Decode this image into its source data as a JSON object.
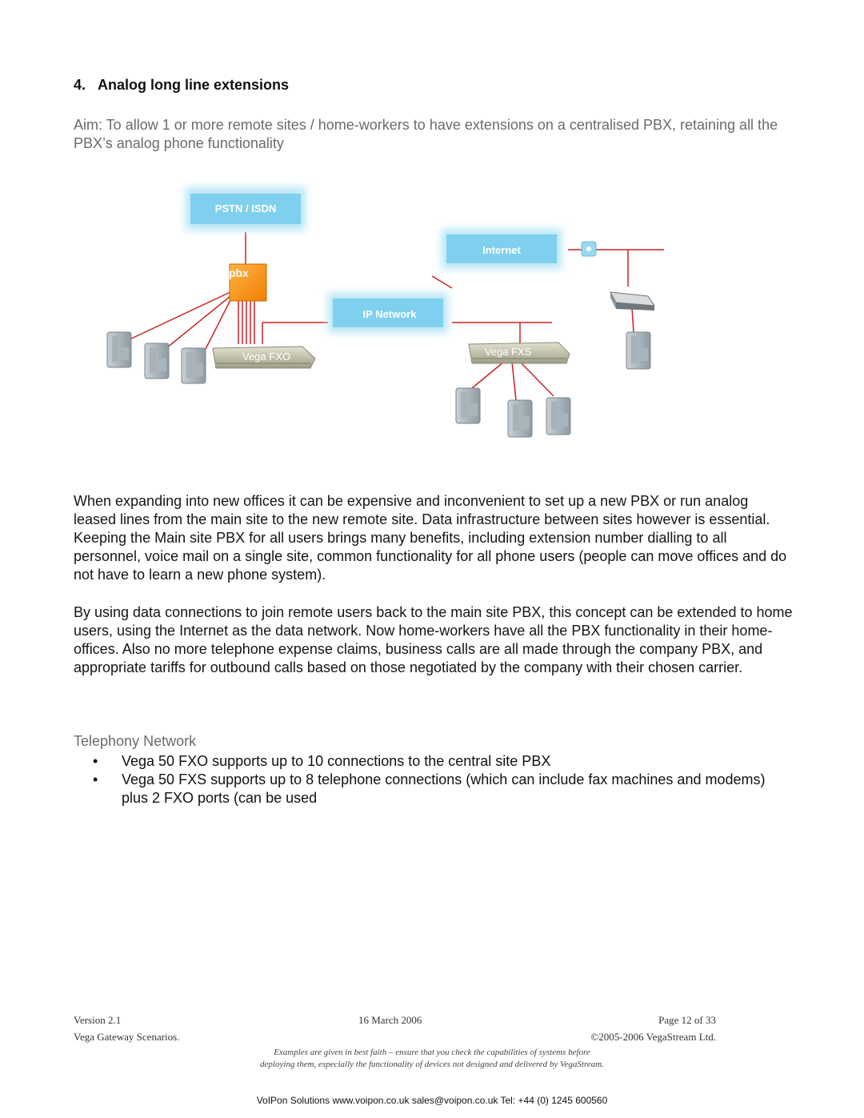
{
  "section": {
    "number": "4.",
    "title": "Analog long line extensions"
  },
  "aim": "Aim:  To allow 1 or more remote sites / home-workers to have extensions on a centralised PBX, retaining all the PBX’s analog phone functionality",
  "diagram": {
    "pstn_label": "PSTN / ISDN",
    "pbx_label": "pbx",
    "internet_label": "Internet",
    "ipnetwork_label": "IP Network",
    "vega_fxo_label": "Vega FXO",
    "vega_fxs_label": "Vega FXS",
    "colors": {
      "link": "#cc2222",
      "cloud": "#7fd0ee",
      "pbx": "#ff9a1a"
    }
  },
  "paragraphs": [
    "When expanding into new offices it can be expensive and inconvenient to set up a new PBX or run analog leased lines from the main site to the new remote site.  Data infrastructure between sites however is essential.  Keeping the Main site PBX for all users brings many benefits, including extension number dialling to all personnel, voice mail on a single site, common functionality for all phone users (people can move offices and do not have to learn a new phone system).",
    "By using data connections to join remote users back to the main site PBX, this concept can be extended to home users, using the Internet as the data network.   Now home-workers have all the PBX functionality in their home-offices.  Also no more telephone expense claims, business calls are all made through the company PBX, and appropriate tariffs for outbound calls based on those negotiated by the company with their chosen carrier."
  ],
  "telephony": {
    "title": "Telephony Network",
    "bullets": [
      "Vega 50 FXO supports up to 10 connections to the central site PBX",
      "Vega 50 FXS supports up to 8 telephone connections (which can include fax machines and modems) plus 2 FXO ports (can be used"
    ]
  },
  "footer": {
    "version": "Version 2.1",
    "date": "16 March 2006",
    "page": "Page 12 of 33",
    "doc": "Vega Gateway Scenarios.",
    "copyright": "©2005-2006 VegaStream Ltd.",
    "disclaimer1": "Examples are given in best faith – ensure that you check the capabilities of systems before",
    "disclaimer2": "deploying them, especially the functionality of devices not designed and delivered by VegaStream.",
    "contact": "VoIPon Solutions  www.voipon.co.uk  sales@voipon.co.uk  Tel: +44 (0) 1245 600560"
  }
}
